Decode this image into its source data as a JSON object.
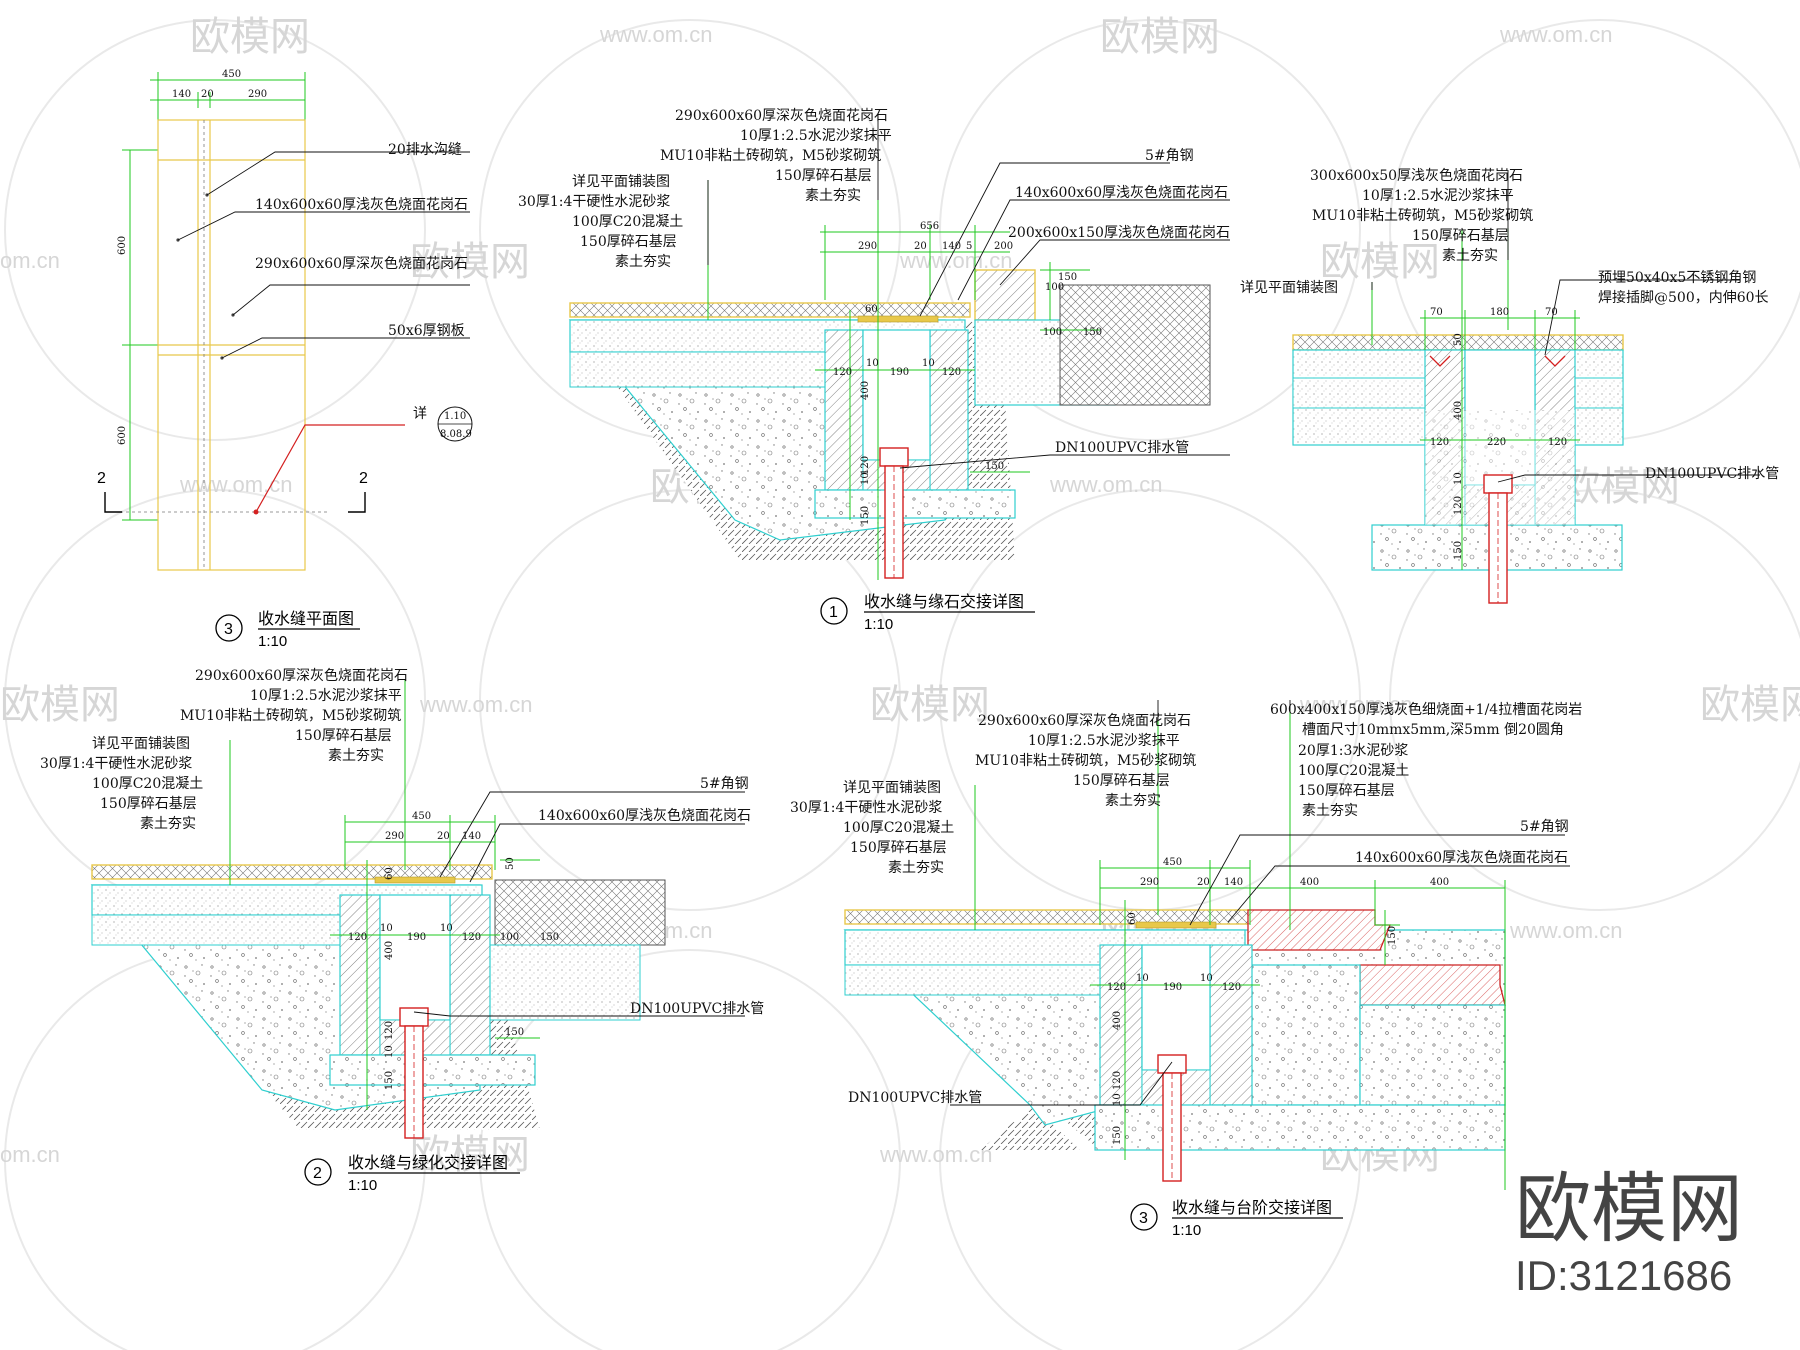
{
  "watermark": {
    "text": "欧模网",
    "url": "www.om.cn",
    "url_short": "om.cn"
  },
  "brand": {
    "name": "欧模网",
    "id": "ID:3121686"
  },
  "colors": {
    "pavement": "#e8c84a",
    "dim_line": "#1fc81f",
    "concrete_outline": "#2fcfcf",
    "pipe": "#d42020",
    "leader": "#111111"
  },
  "plan": {
    "title": "收水缝平面图",
    "number": "3",
    "scale": "1:10",
    "dims_top": [
      "450",
      "140",
      "20",
      "290"
    ],
    "dims_left": [
      "600",
      "600"
    ],
    "section_marks": [
      "2",
      "2"
    ],
    "notes": [
      "20排水沟缝",
      "140x600x60厚浅灰色烧面花岗石",
      "290x600x60厚深灰色烧面花岗石",
      "50x6厚钢板"
    ],
    "detail_tag": {
      "prefix": "详",
      "top": "1.10",
      "bottom": "8.08.9"
    }
  },
  "detail1": {
    "title": "收水缝与缘石交接详图",
    "number": "1",
    "scale": "1:10",
    "notes_top": [
      "290x600x60厚深灰色烧面花岗石",
      "10厚1:2.5水泥沙浆抹平",
      "MU10非粘土砖砌筑，M5砂浆砌筑",
      "150厚碎石基层",
      "素土夯实"
    ],
    "notes_left": [
      "详见平面铺装图",
      "30厚1:4干硬性水泥砂浆",
      "100厚C20混凝土",
      "150厚碎石基层",
      "素土夯实"
    ],
    "notes_right": [
      "5#角钢",
      "140x600x60厚浅灰色烧面花岗石",
      "200x600x150厚浅灰色烧面花岗石"
    ],
    "pipe_note": "DN100UPVC排水管",
    "dims": [
      "656",
      "290",
      "20",
      "140",
      "5",
      "200",
      "100",
      "150",
      "100",
      "150",
      "60",
      "120",
      "10",
      "190",
      "10",
      "120",
      "400",
      "120",
      "10",
      "150",
      "150"
    ]
  },
  "detail_right": {
    "notes_top": [
      "300x600x50厚浅灰色烧面花岗石",
      "10厚1:2.5水泥沙浆抹平",
      "MU10非粘土砖砌筑，M5砂浆砌筑",
      "150厚碎石基层",
      "素土夯实"
    ],
    "notes_left": [
      "详见平面铺装图"
    ],
    "notes_right": [
      "预埋50x40x5不锈钢角钢",
      "焊接插脚@500，内伸60长"
    ],
    "pipe_note": "DN100UPVC排水管",
    "dims": [
      "70",
      "180",
      "70",
      "50",
      "400",
      "120",
      "220",
      "120",
      "10",
      "120",
      "150"
    ]
  },
  "detail2": {
    "title": "收水缝与绿化交接详图",
    "number": "2",
    "scale": "1:10",
    "notes_top": [
      "290x600x60厚深灰色烧面花岗石",
      "10厚1:2.5水泥沙浆抹平",
      "MU10非粘土砖砌筑，M5砂浆砌筑",
      "150厚碎石基层",
      "素土夯实"
    ],
    "notes_left": [
      "详见平面铺装图",
      "30厚1:4干硬性水泥砂浆",
      "100厚C20混凝土",
      "150厚碎石基层",
      "素土夯实"
    ],
    "notes_right": [
      "5#角钢",
      "140x600x60厚浅灰色烧面花岗石"
    ],
    "pipe_note": "DN100UPVC排水管",
    "dims": [
      "450",
      "290",
      "20",
      "140",
      "50",
      "60",
      "120",
      "10",
      "190",
      "10",
      "120",
      "100",
      "150",
      "400",
      "150",
      "120",
      "10",
      "150"
    ]
  },
  "detail3": {
    "title": "收水缝与台阶交接详图",
    "number": "3",
    "scale": "1:10",
    "notes_top": [
      "290x600x60厚深灰色烧面花岗石",
      "10厚1:2.5水泥沙浆抹平",
      "MU10非粘土砖砌筑，M5砂浆砌筑",
      "150厚碎石基层",
      "素土夯实"
    ],
    "notes_left": [
      "详见平面铺装图",
      "30厚1:4干硬性水泥砂浆",
      "100厚C20混凝土",
      "150厚碎石基层",
      "素土夯实"
    ],
    "notes_top_right": [
      "600x400x150厚浅灰色细烧面+1/4拉槽面花岗岩",
      "槽面尺寸10mmx5mm,深5mm 倒20圆角",
      "20厚1:3水泥砂浆",
      "100厚C20混凝土",
      "150厚碎石基层",
      "素土夯实"
    ],
    "notes_right": [
      "5#角钢",
      "140x600x60厚浅灰色烧面花岗石"
    ],
    "pipe_note": "DN100UPVC排水管",
    "dims": [
      "450",
      "290",
      "20",
      "140",
      "400",
      "400",
      "60",
      "150",
      "120",
      "10",
      "190",
      "10",
      "120",
      "400",
      "120",
      "10",
      "150"
    ]
  }
}
